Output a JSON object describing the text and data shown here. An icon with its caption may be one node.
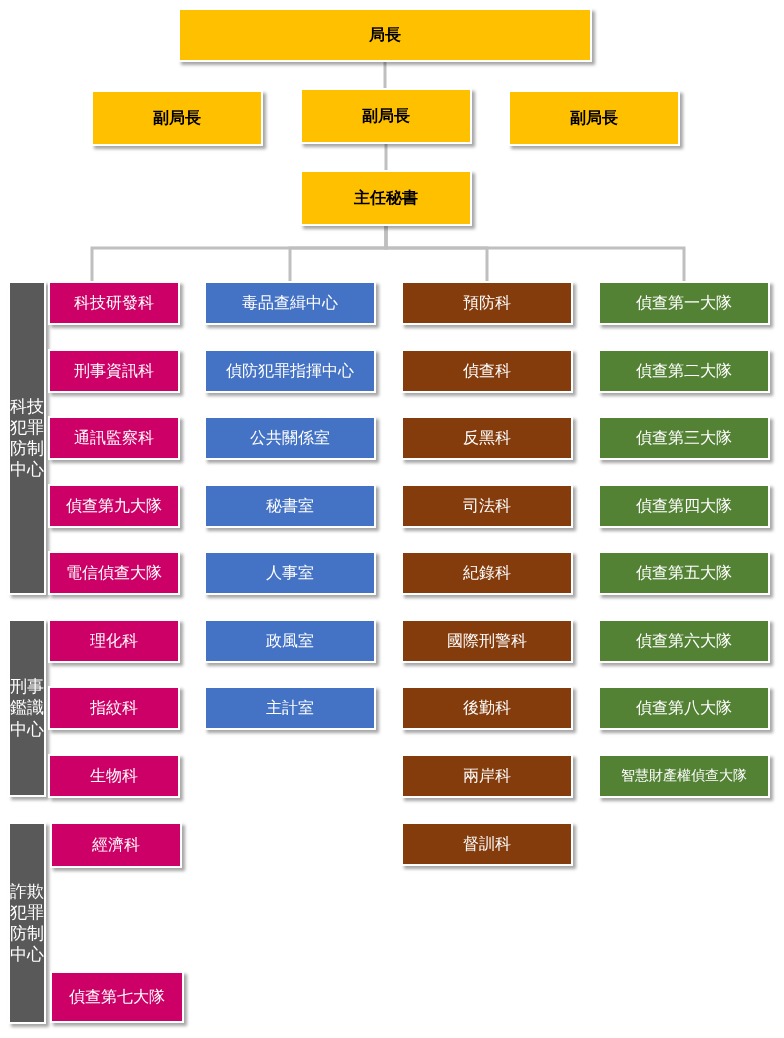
{
  "diagram": {
    "nodes": [
      {
        "text": [
          "局長"
        ]
      },
      {
        "text": [
          "副局長"
        ]
      },
      {
        "text": [
          "副局長"
        ]
      },
      {
        "text": [
          "副局長"
        ]
      },
      {
        "text": [
          "主任秘書"
        ]
      },
      {
        "text": [
          "科技犯罪防制中心"
        ]
      },
      {
        "text": [
          "科技研發科"
        ]
      },
      {
        "text": [
          "刑事資訊科"
        ]
      },
      {
        "text": [
          "通訊監察科"
        ]
      },
      {
        "text": [
          "偵查第九大隊"
        ]
      },
      {
        "text": [
          "電信偵查大隊"
        ]
      },
      {
        "text": [
          "刑事鑑識中心"
        ]
      },
      {
        "text": [
          "理化科"
        ]
      },
      {
        "text": [
          "指紋科"
        ]
      },
      {
        "text": [
          "生物科"
        ]
      },
      {
        "text": [
          "詐欺犯罪防制中心"
        ]
      },
      {
        "text": [
          "經濟科"
        ]
      },
      {
        "text": [
          "偵查第七大隊"
        ]
      },
      {
        "text": [
          "毒品查緝中心"
        ]
      },
      {
        "text": [
          "偵防犯罪指揮中心"
        ]
      },
      {
        "text": [
          "公共關係室"
        ]
      },
      {
        "text": [
          "秘書室"
        ]
      },
      {
        "text": [
          "人事室"
        ]
      },
      {
        "text": [
          "政風室"
        ]
      },
      {
        "text": [
          "主計室"
        ]
      },
      {
        "text": [
          "預防科"
        ]
      },
      {
        "text": [
          "偵查科"
        ]
      },
      {
        "text": [
          "反黑科"
        ]
      },
      {
        "text": [
          "司法科"
        ]
      },
      {
        "text": [
          "紀錄科"
        ]
      },
      {
        "text": [
          "國際刑警科"
        ]
      },
      {
        "text": [
          "後勤科"
        ]
      },
      {
        "text": [
          "兩岸科"
        ]
      },
      {
        "text": [
          "督訓科"
        ]
      },
      {
        "text": [
          "偵查第一大隊"
        ]
      },
      {
        "text": [
          "偵查第二大隊"
        ]
      },
      {
        "text": [
          "偵查第三大隊"
        ]
      },
      {
        "text": [
          "偵查第四大隊"
        ]
      },
      {
        "text": [
          "偵查第五大隊"
        ]
      },
      {
        "text": [
          "偵查第六大隊"
        ]
      },
      {
        "text": [
          "偵查第八大隊"
        ]
      },
      {
        "text": [
          "智慧財產權偵查大隊"
        ]
      }
    ],
    "edges": [
      {
        "from": 0,
        "to": 2,
        "arrow": "none"
      },
      {
        "from": 2,
        "to": 4,
        "arrow": "none"
      },
      {
        "from": 4,
        "to": 6,
        "arrow": "none"
      },
      {
        "from": 4,
        "to": 18,
        "arrow": "none"
      },
      {
        "from": 4,
        "to": 25,
        "arrow": "none"
      },
      {
        "from": 4,
        "to": 34,
        "arrow": "none"
      }
    ]
  }
}
